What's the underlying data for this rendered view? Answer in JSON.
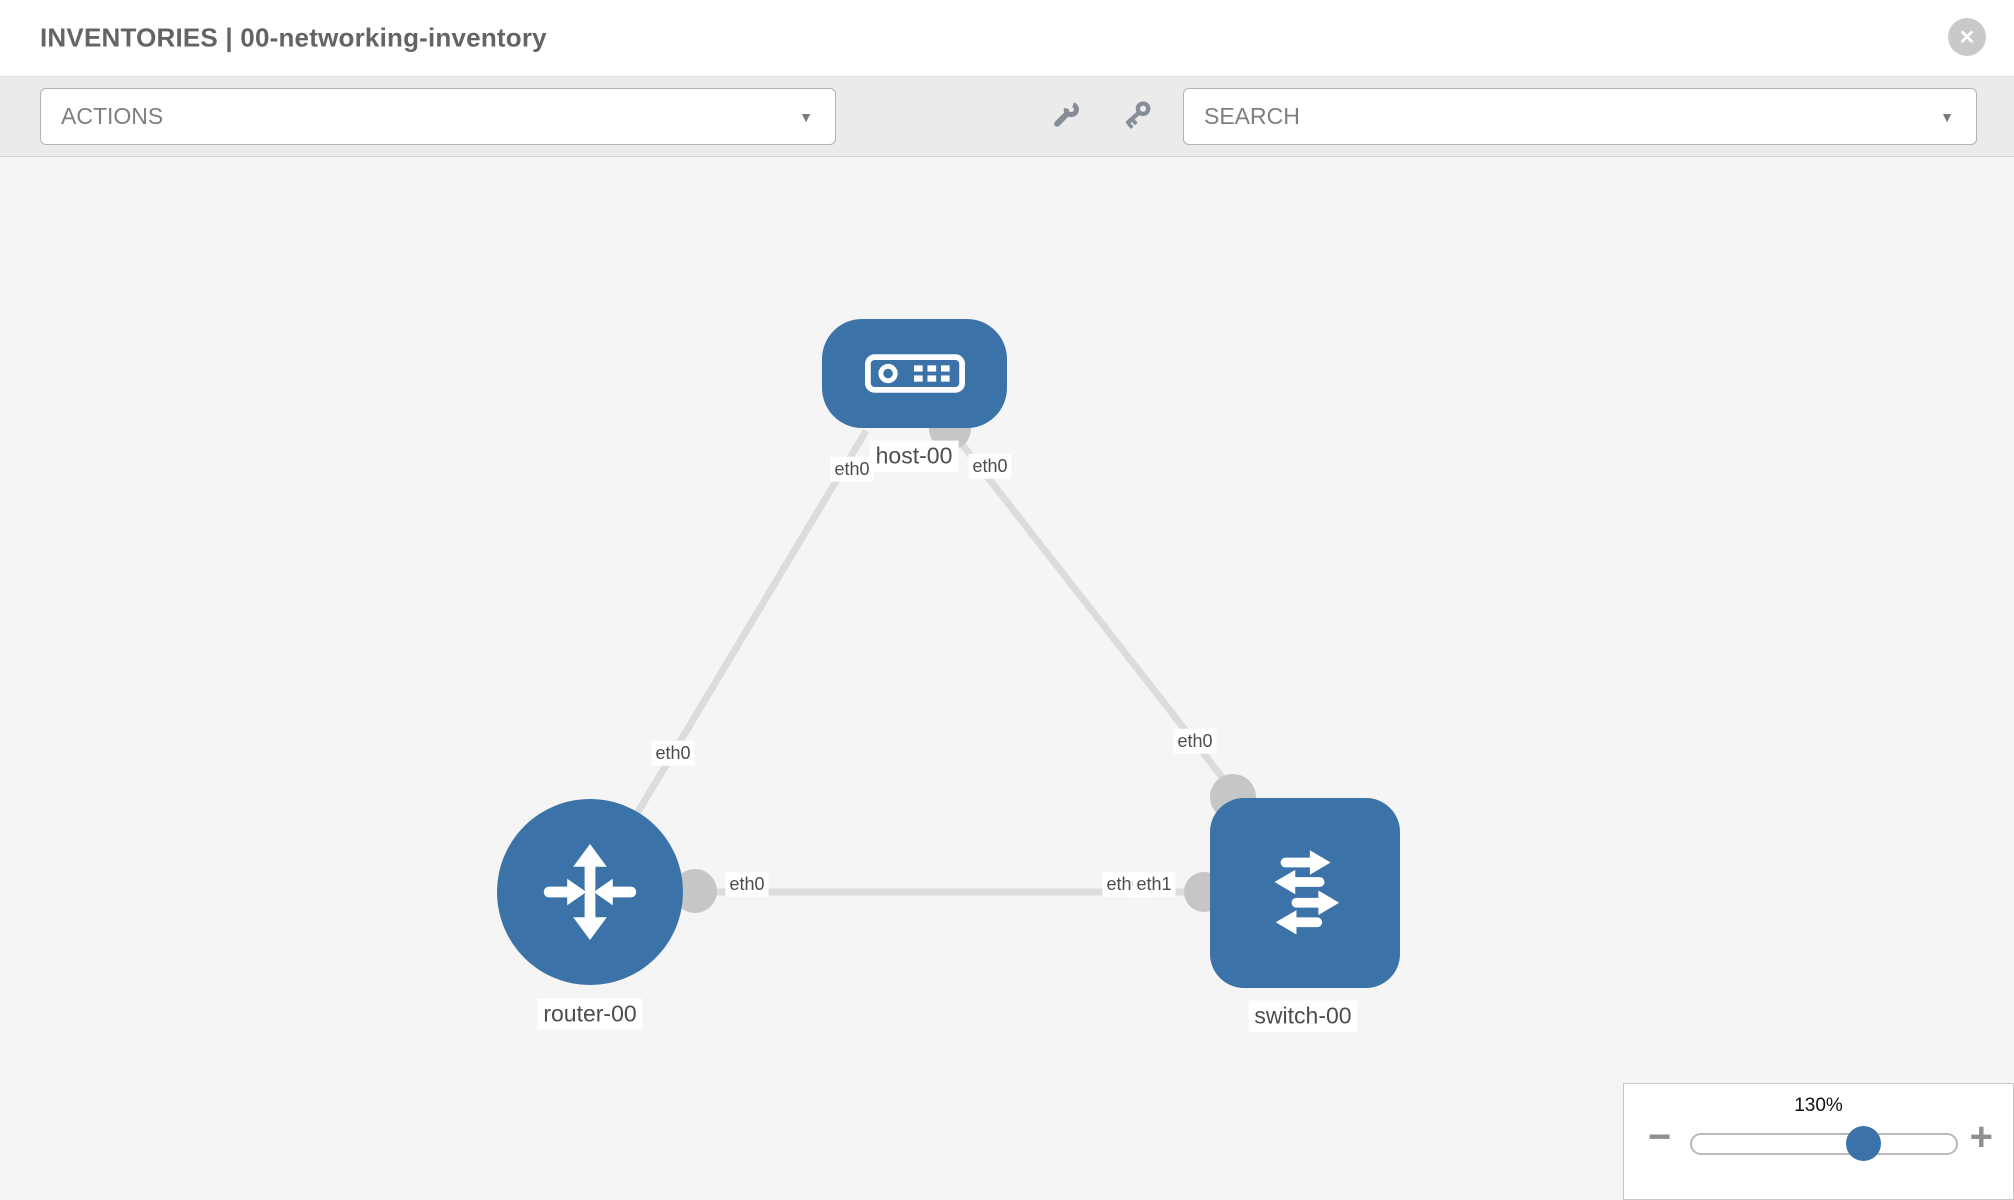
{
  "header": {
    "title": "INVENTORIES | 00-networking-inventory"
  },
  "toolbar": {
    "actions_label": "ACTIONS",
    "search_label": "SEARCH"
  },
  "icons": {
    "close": "✕",
    "caret": "▼",
    "minus": "−",
    "plus": "+"
  },
  "topology": {
    "nodes": [
      {
        "id": "host-00",
        "type": "host",
        "label": "host-00"
      },
      {
        "id": "router-00",
        "type": "router",
        "label": "router-00"
      },
      {
        "id": "switch-00",
        "type": "switch",
        "label": "switch-00"
      }
    ],
    "links": [
      {
        "source": "host-00",
        "target": "router-00",
        "source_interface": "eth0",
        "target_interface": "eth0"
      },
      {
        "source": "host-00",
        "target": "switch-00",
        "source_interface": "eth0",
        "target_interface": "eth0"
      },
      {
        "source": "router-00",
        "target": "switch-00",
        "source_interface": "eth0",
        "target_interface": "eth1",
        "obscured_interface_label": "eth0"
      }
    ]
  },
  "zoom_control": {
    "value": "130%"
  },
  "colors": {
    "node_blue": "#3b73a8",
    "link_gray": "#dcdcdc",
    "port_gray": "#c6c6c6",
    "canvas_bg": "#f5f5f5",
    "toolbar_bg": "#ebebeb"
  }
}
